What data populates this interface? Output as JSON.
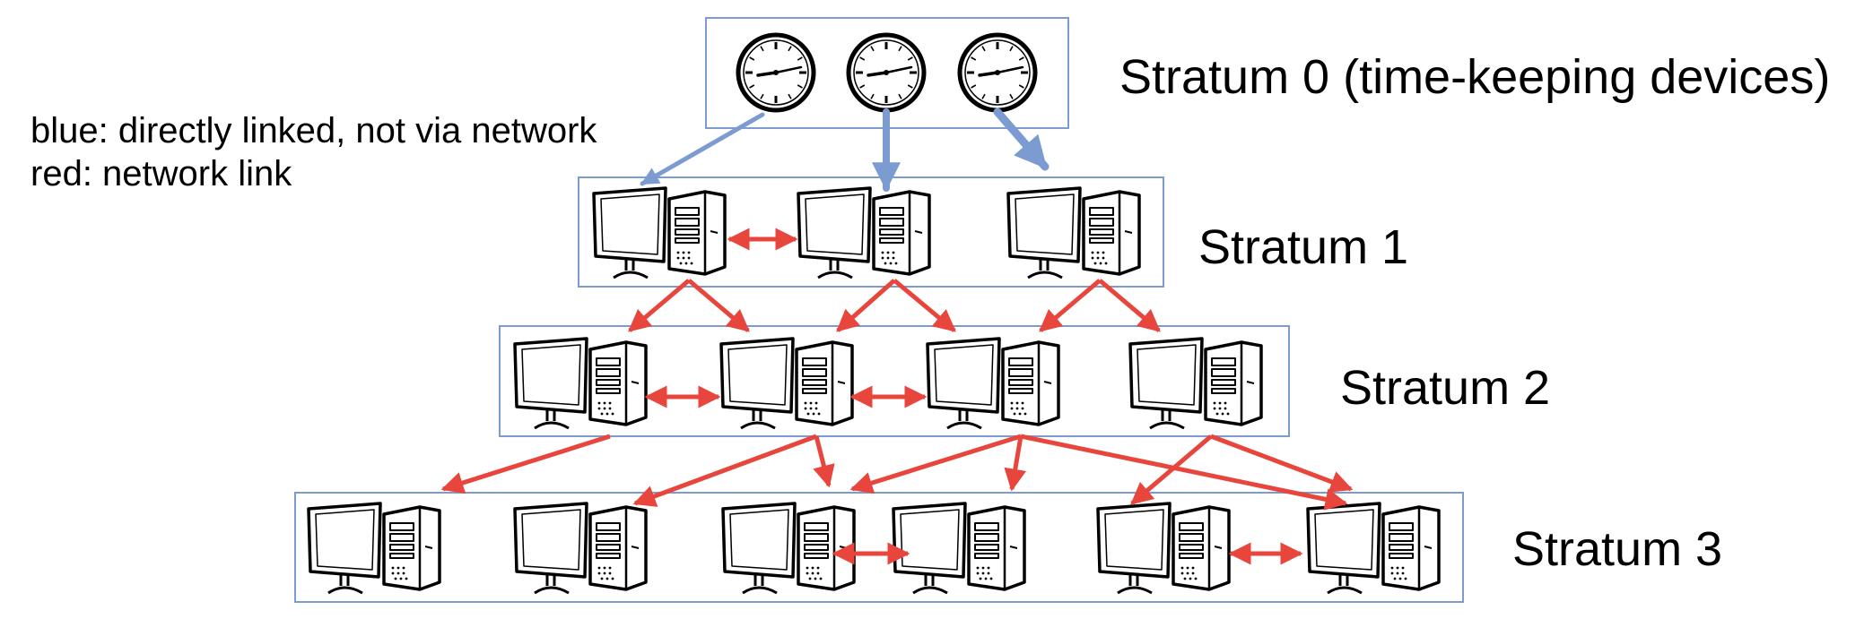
{
  "legend": {
    "line1": "blue: directly linked, not via network",
    "line2": "red: network link"
  },
  "strata": [
    {
      "label": "Stratum 0 (time-keeping devices)",
      "device_type": "clock",
      "device_count": 3
    },
    {
      "label": "Stratum 1",
      "device_type": "computer",
      "device_count": 3
    },
    {
      "label": "Stratum 2",
      "device_type": "computer",
      "device_count": 4
    },
    {
      "label": "Stratum 3",
      "device_type": "computer",
      "device_count": 6
    }
  ],
  "colors": {
    "direct_link": "#7b9bd1",
    "network_link": "#e8453c",
    "box_border": "#7b9bd1"
  },
  "links": {
    "direct": [
      {
        "from": "stratum-0.clock-1",
        "to": "stratum-1.computer-1"
      },
      {
        "from": "stratum-0.clock-2",
        "to": "stratum-1.computer-2"
      },
      {
        "from": "stratum-0.clock-3",
        "to": "stratum-1.computer-3"
      }
    ],
    "network_peer": [
      {
        "between": [
          "stratum-1.computer-1",
          "stratum-1.computer-2"
        ]
      },
      {
        "between": [
          "stratum-2.computer-1",
          "stratum-2.computer-2"
        ]
      },
      {
        "between": [
          "stratum-2.computer-2",
          "stratum-2.computer-3"
        ]
      },
      {
        "between": [
          "stratum-3.computer-3",
          "stratum-3.computer-4"
        ]
      },
      {
        "between": [
          "stratum-3.computer-5",
          "stratum-3.computer-6"
        ]
      }
    ],
    "network_downstream": [
      {
        "from": "stratum-1.computer-1",
        "to": "stratum-2.computer-1"
      },
      {
        "from": "stratum-1.computer-1",
        "to": "stratum-2.computer-2"
      },
      {
        "from": "stratum-1.computer-2",
        "to": "stratum-2.computer-2"
      },
      {
        "from": "stratum-1.computer-2",
        "to": "stratum-2.computer-3"
      },
      {
        "from": "stratum-1.computer-3",
        "to": "stratum-2.computer-3"
      },
      {
        "from": "stratum-1.computer-3",
        "to": "stratum-2.computer-4"
      },
      {
        "from": "stratum-2.computer-1",
        "to": "stratum-3.computer-1"
      },
      {
        "from": "stratum-2.computer-2",
        "to": "stratum-3.computer-2"
      },
      {
        "from": "stratum-2.computer-2",
        "to": "stratum-3.computer-3"
      },
      {
        "from": "stratum-2.computer-3",
        "to": "stratum-3.computer-3"
      },
      {
        "from": "stratum-2.computer-3",
        "to": "stratum-3.computer-4"
      },
      {
        "from": "stratum-2.computer-3",
        "to": "stratum-3.computer-6"
      },
      {
        "from": "stratum-2.computer-4",
        "to": "stratum-3.computer-5"
      },
      {
        "from": "stratum-2.computer-4",
        "to": "stratum-3.computer-6"
      }
    ]
  }
}
